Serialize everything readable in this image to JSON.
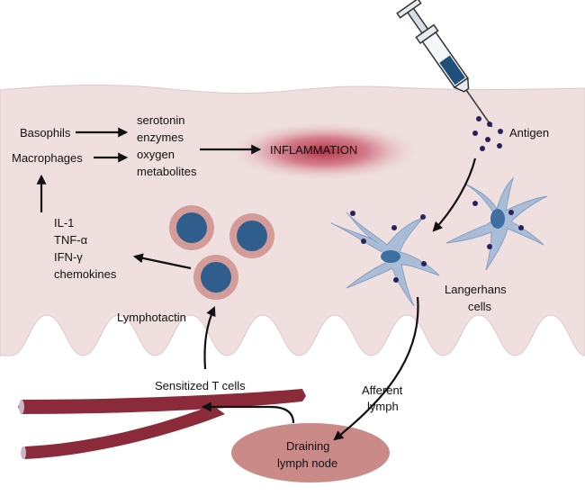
{
  "labels": {
    "basophils": "Basophils",
    "macrophages": "Macrophages",
    "mediators": [
      "serotonin",
      "enzymes",
      "oxygen",
      "metabolites"
    ],
    "inflammation": "INFLAMMATION",
    "antigen": "Antigen",
    "cytokines": [
      "IL-1",
      "TNF-α",
      "IFN-γ",
      "chemokines"
    ],
    "lymphotactin": "Lymphotactin",
    "langerhans": [
      "Langerhans",
      "cells"
    ],
    "sensitized_t_cells": "Sensitized T cells",
    "afferent_lymph": [
      "Afferent",
      "lymph"
    ],
    "draining_lymph_node": [
      "Draining",
      "lymph node"
    ]
  },
  "colors": {
    "tissue": "#efe0df",
    "tissue_edge": "#c9b4b3",
    "blood_vessel": "#8b2a38",
    "lymph_node": "#c98a88",
    "t_cell_outer": "#d49c98",
    "t_cell_inner": "#2f5d8c",
    "langerhans": "#a9bcd8",
    "langerhans_nucleus": "#3d6fa0",
    "antigen_dot": "#2a2060",
    "inflammation": "#b3263a"
  }
}
